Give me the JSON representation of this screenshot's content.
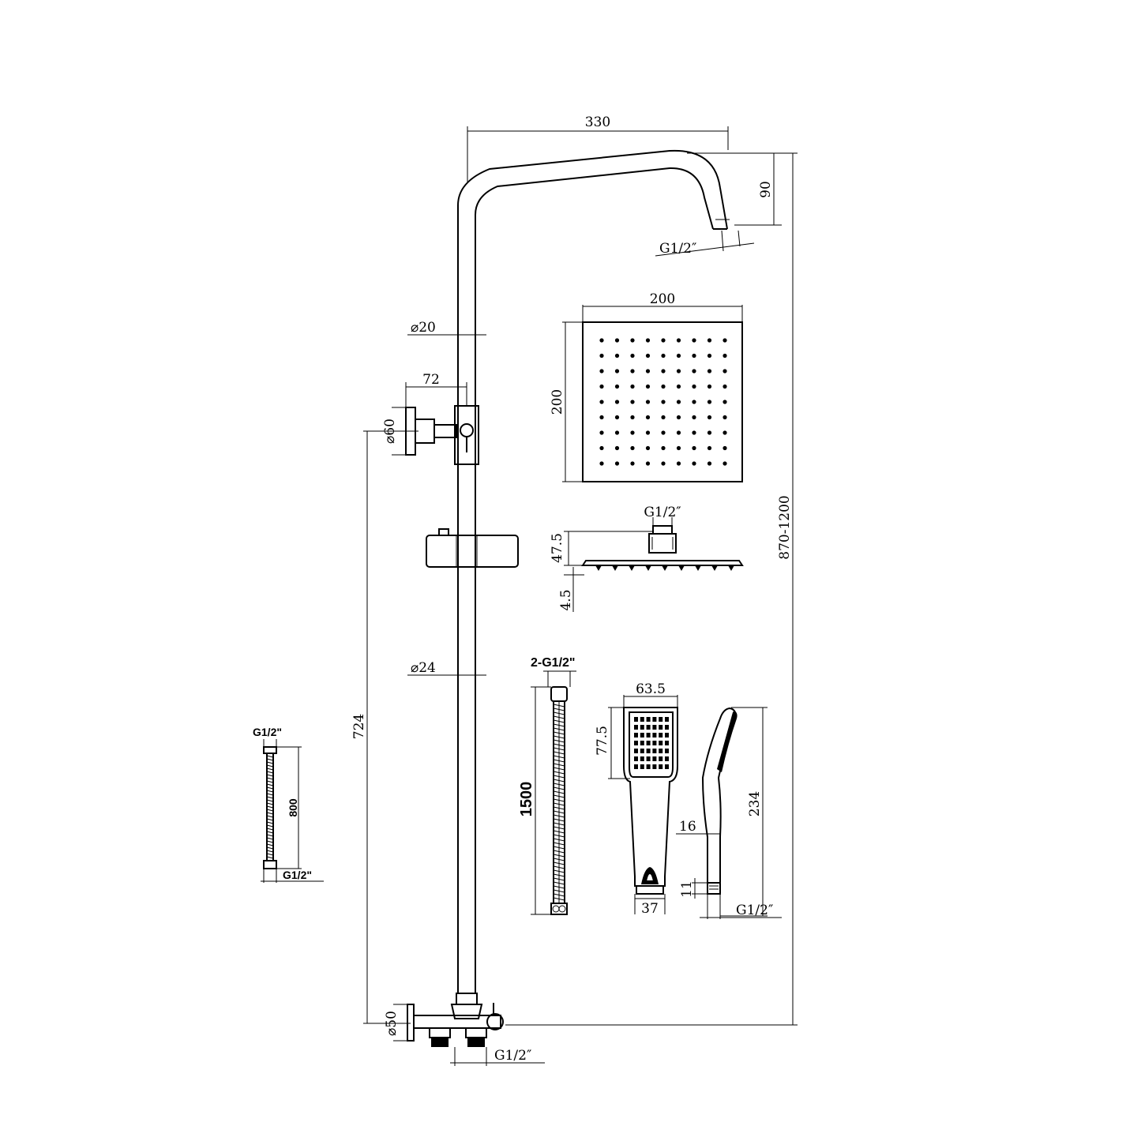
{
  "dimensions": {
    "arm_width": "330",
    "arm_drop": "90",
    "arm_thread": "G1/2″",
    "total_height": "870-1200",
    "pipe_upper_dia": "⌀20",
    "bracket_offset": "72",
    "bracket_dia": "⌀60",
    "pipe_lower_dia": "⌀24",
    "rail_height": "724",
    "base_dia": "⌀50",
    "inlet_thread": "G1/2″",
    "head_width": "200",
    "head_height": "200",
    "head_thread": "G1/2″",
    "head_depth": "47.5",
    "head_plate": "4.5",
    "hose_thread": "2-G1/2\"",
    "hose_length": "1500",
    "handset_head_width": "63.5",
    "handset_head_height": "77.5",
    "handset_handle_width": "37",
    "handset_length": "234",
    "handset_depth": "16",
    "handset_neck": "11",
    "handset_thread": "G1/2″",
    "flex_top_thread": "G1/2\"",
    "flex_length": "800",
    "flex_bottom_thread": "G1/2\""
  }
}
